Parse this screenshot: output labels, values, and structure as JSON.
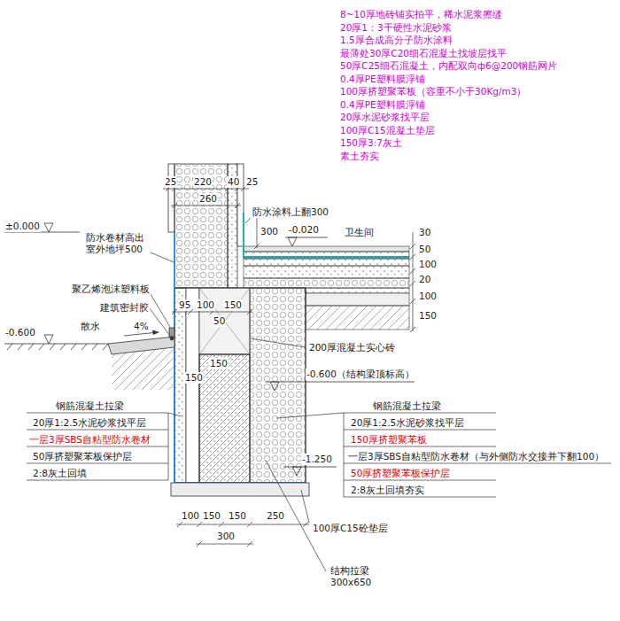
{
  "diagram": {
    "labels": [
      "8~10厚地砖铺实拍平，稀水泥浆擦缝",
      "20厚1：3干硬性水泥砂浆",
      "1.5厚合成高分子防水涂料",
      "最薄处30厚C20细石混凝土找坡层找平",
      "50厚C25细石混凝土，内配双向ф6@200钢筋网片",
      "0.4厚PE塑料膜浮铺",
      "100厚挤塑聚苯板（容重不小于30Kg/m3）",
      "0.4厚PE塑料膜浮铺",
      "20厚水泥砂浆找平层",
      "100厚C15混凝土垫层",
      "150厚3:7灰土",
      "素土夯实",
      "25",
      "220",
      "40",
      "25",
      "260",
      "防水涂料上翻300",
      "300",
      "-0.020",
      "卫生间",
      "30",
      "50",
      "100",
      "20",
      "100",
      "150",
      "±0.000",
      "防水卷材高出 室外地坪500",
      "聚乙烯泡沫塑料板",
      "建筑密封胶",
      "散水",
      "4%",
      "-0.600",
      "95",
      "100",
      "150",
      "50",
      "200厚混凝土实心砖",
      "-0.600（结构梁顶标高）",
      "150",
      "150",
      "-1.250",
      "钢筋混凝土拉梁",
      "20厚1:2.5水泥砂浆找平层",
      "一层3厚SBS自粘型防水卷材",
      "50厚挤塑聚苯板保护层",
      "2:8灰土回填",
      "钢筋混凝土拉梁",
      "20厚1:2.5水泥砂浆找平层",
      "150厚挤塑聚苯板",
      "一层3厚SBS自粘型防水卷材（与外侧防水交接并下翻100）",
      "50厚挤塑聚苯板保护层",
      "2:8灰土回填夯实",
      "100",
      "150",
      "150",
      "250",
      "300",
      "100厚C15砼垫层",
      "结构拉梁 300x650"
    ]
  }
}
